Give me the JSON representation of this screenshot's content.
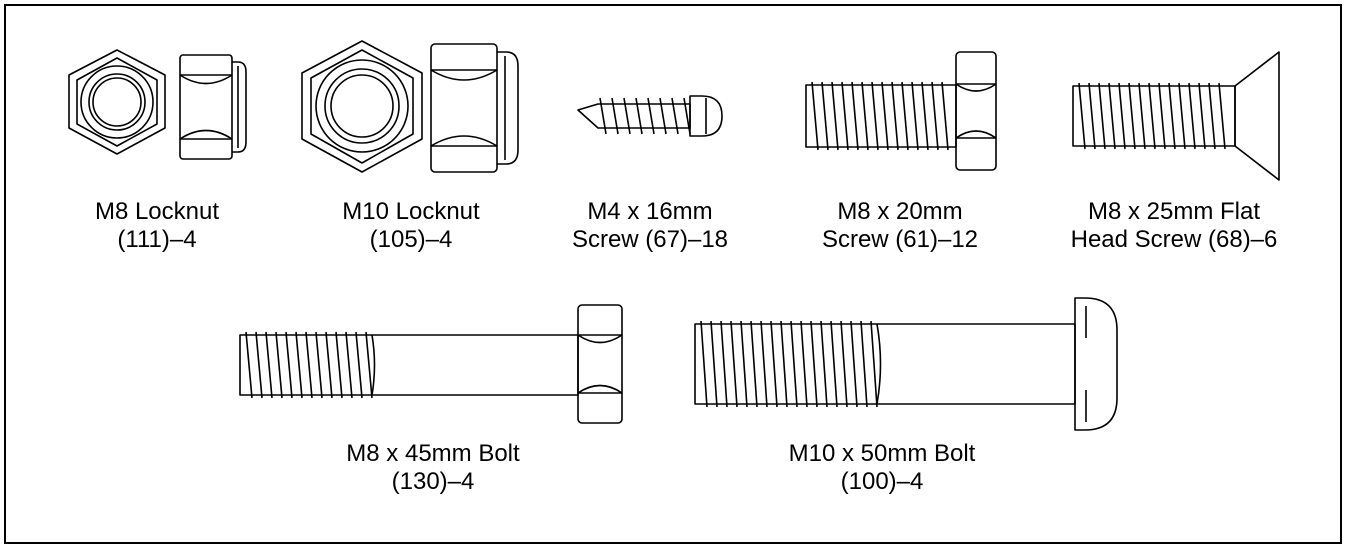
{
  "parts": [
    {
      "id": "m8-locknut",
      "name": "M8 Locknut",
      "qty": "(111)–4"
    },
    {
      "id": "m10-locknut",
      "name": "M10 Locknut",
      "qty": "(105)–4"
    },
    {
      "id": "m4-screw",
      "name": "M4 x 16mm",
      "qty": "Screw (67)–18"
    },
    {
      "id": "m8-screw",
      "name": "M8 x 20mm",
      "qty": "Screw (61)–12"
    },
    {
      "id": "m8-flat-screw",
      "name": "M8 x 25mm Flat",
      "qty": "Head Screw (68)–6"
    },
    {
      "id": "m8-bolt",
      "name": "M8 x 45mm Bolt",
      "qty": "(130)–4"
    },
    {
      "id": "m10-bolt",
      "name": "M10 x 50mm Bolt",
      "qty": "(100)–4"
    }
  ],
  "style": {
    "line_color": "#000000",
    "background": "#ffffff"
  }
}
